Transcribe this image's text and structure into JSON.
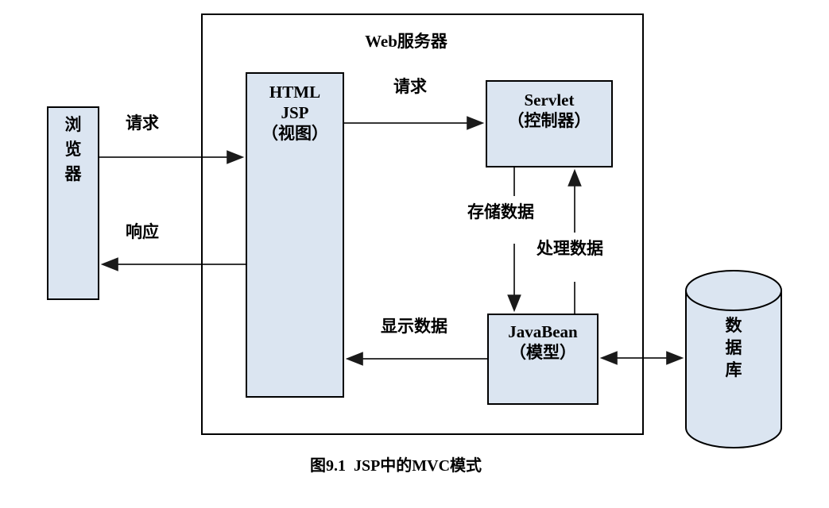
{
  "diagram": {
    "outer_box_label": "Web服务器",
    "nodes": {
      "browser": {
        "label": "浏览器"
      },
      "view": {
        "line1": "HTML",
        "line2": "JSP",
        "line3": "（视图）"
      },
      "controller": {
        "line1": "Servlet",
        "line2": "（控制器）"
      },
      "model": {
        "line1": "JavaBean",
        "line2": "（模型）"
      },
      "database": {
        "label": "数据库"
      }
    },
    "edges": {
      "request_browser_to_view": "请求",
      "response_view_to_browser": "响应",
      "request_view_to_servlet": "请求",
      "store_data": "存储数据",
      "process_data": "处理数据",
      "display_data": "显示数据"
    },
    "caption": "图9.1  JSP中的MVC模式",
    "colors": {
      "node_fill": "#dbe5f1",
      "node_border": "#000000",
      "line": "#363636"
    }
  }
}
